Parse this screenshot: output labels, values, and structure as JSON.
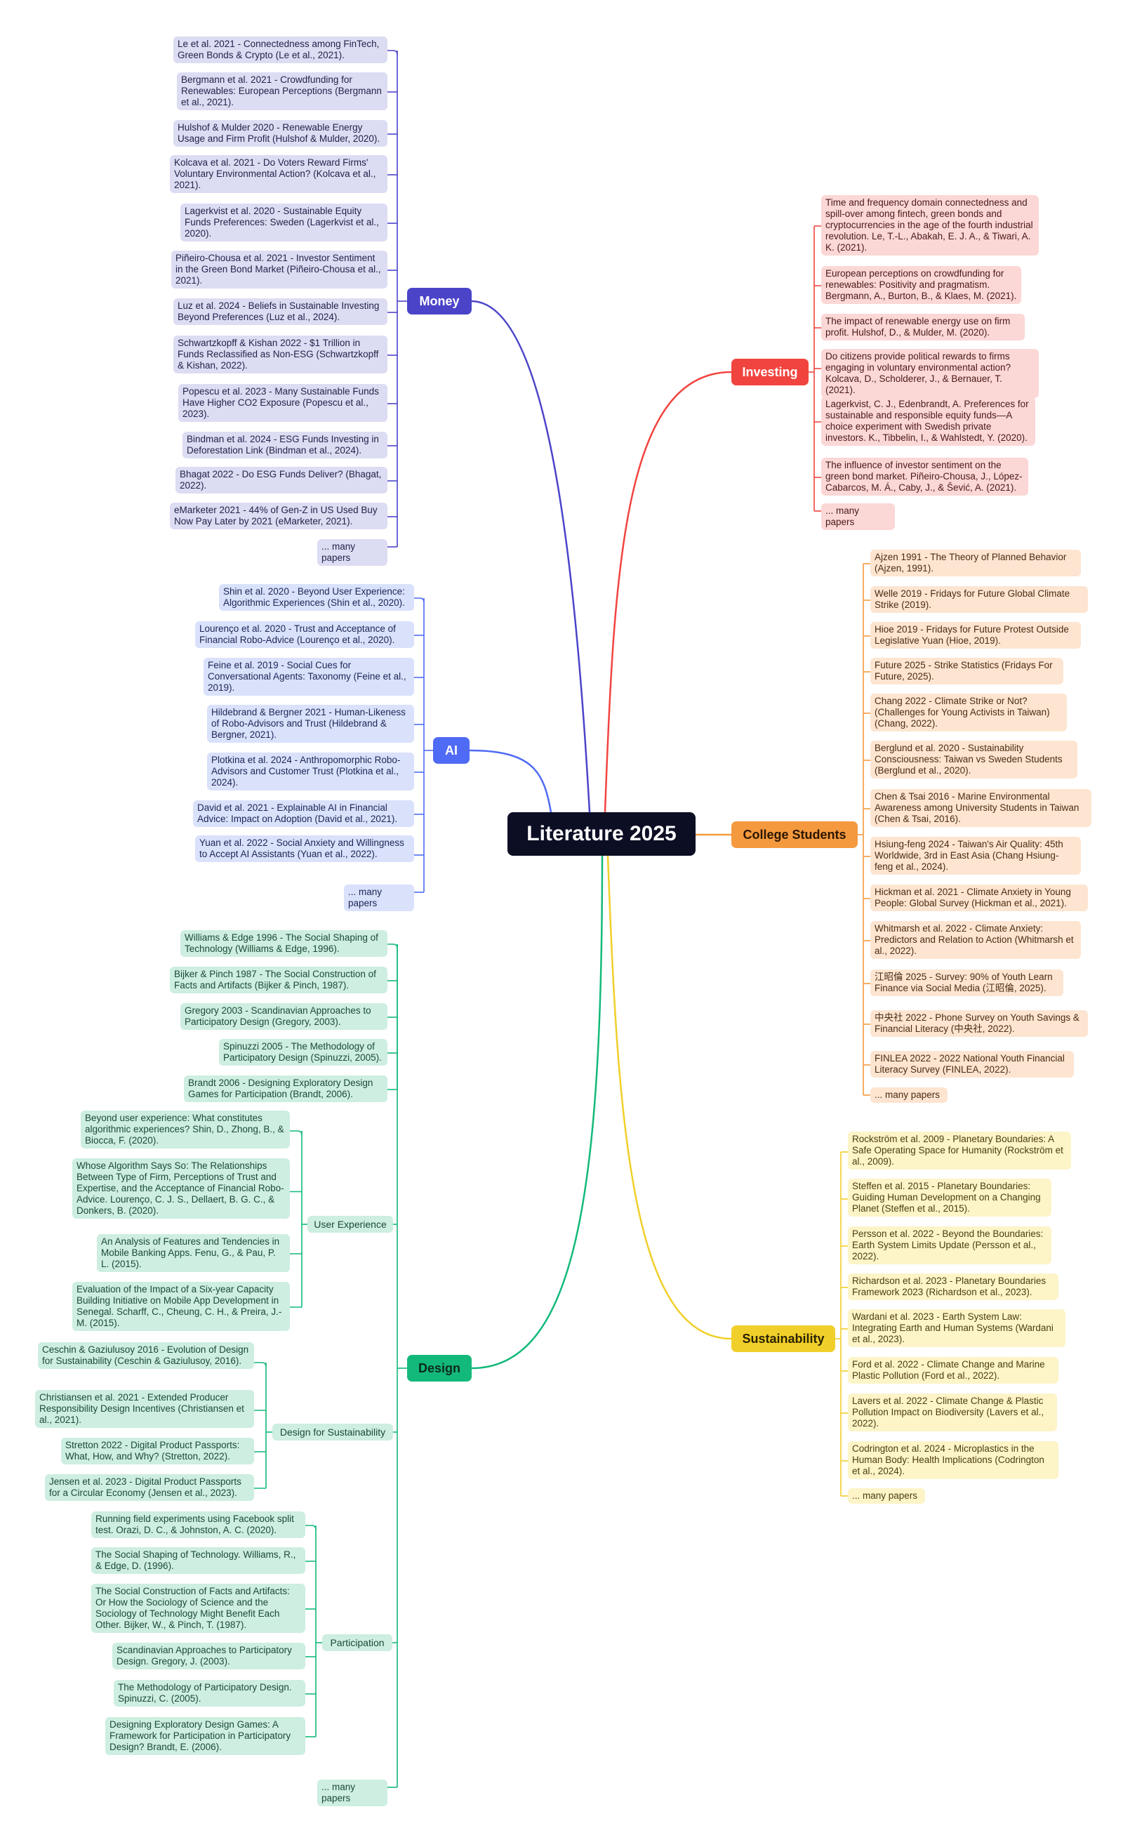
{
  "root": {
    "title": "Literature 2025"
  },
  "branches": {
    "money": {
      "label": "Money",
      "items": [
        "Le et al. 2021 - Connectedness among FinTech, Green Bonds & Crypto (Le et al., 2021).",
        "Bergmann et al. 2021 - Crowdfunding for Renewables: European Perceptions (Bergmann et al., 2021).",
        "Hulshof & Mulder 2020 - Renewable Energy Usage and Firm Profit (Hulshof & Mulder, 2020).",
        "Kolcava et al. 2021 - Do Voters Reward Firms' Voluntary Environmental Action? (Kolcava et al., 2021).",
        "Lagerkvist et al. 2020 - Sustainable Equity Funds Preferences: Sweden (Lagerkvist et al., 2020).",
        "Piñeiro-Chousa et al. 2021 - Investor Sentiment in the Green Bond Market (Piñeiro-Chousa et al., 2021).",
        "Luz et al. 2024 - Beliefs in Sustainable Investing Beyond Preferences (Luz et al., 2024).",
        "Schwartzkopff & Kishan 2022 - $1 Trillion in Funds Reclassified as Non-ESG (Schwartzkopff & Kishan, 2022).",
        "Popescu et al. 2023 - Many Sustainable Funds Have Higher CO2 Exposure (Popescu et al., 2023).",
        "Bindman et al. 2024 - ESG Funds Investing in Deforestation Link (Bindman et al., 2024).",
        "Bhagat 2022 - Do ESG Funds Deliver? (Bhagat, 2022).",
        "eMarketer 2021 - 44% of Gen-Z in US Used Buy Now Pay Later by 2021 (eMarketer, 2021).",
        "... many papers"
      ]
    },
    "ai": {
      "label": "AI",
      "items": [
        "Shin et al. 2020 - Beyond User Experience: Algorithmic Experiences (Shin et al., 2020).",
        "Lourenço et al. 2020 - Trust and Acceptance of Financial Robo-Advice (Lourenço et al., 2020).",
        "Feine et al. 2019 - Social Cues for Conversational Agents: Taxonomy (Feine et al., 2019).",
        "Hildebrand & Bergner 2021 - Human-Likeness of Robo-Advisors and Trust (Hildebrand & Bergner, 2021).",
        "Plotkina et al. 2024 - Anthropomorphic Robo-Advisors and Customer Trust (Plotkina et al., 2024).",
        "David et al. 2021 - Explainable AI in Financial Advice: Impact on Adoption (David et al., 2021).",
        "Yuan et al. 2022 - Social Anxiety and Willingness to Accept AI Assistants (Yuan et al., 2022).",
        "... many papers"
      ]
    },
    "design": {
      "label": "Design",
      "items": [
        "Williams & Edge 1996 - The Social Shaping of Technology (Williams & Edge, 1996).",
        "Bijker & Pinch 1987 - The Social Construction of Facts and Artifacts (Bijker & Pinch, 1987).",
        "Gregory 2003 - Scandinavian Approaches to Participatory Design (Gregory, 2003).",
        "Spinuzzi 2005 - The Methodology of Participatory Design (Spinuzzi, 2005).",
        "Brandt 2006 - Designing Exploratory Design Games for Participation (Brandt, 2006)."
      ],
      "subgroups": {
        "ux": {
          "label": "User Experience",
          "items": [
            "Beyond user experience: What constitutes algorithmic experiences? Shin, D., Zhong, B., & Biocca, F. (2020).",
            "Whose Algorithm Says So: The Relationships Between Type of Firm, Perceptions of Trust and Expertise, and the Acceptance of Financial Robo-Advice. Lourenço, C. J. S., Dellaert, B. G. C., & Donkers, B. (2020).",
            "An Analysis of Features and Tendencies in Mobile Banking Apps. Fenu, G., & Pau, P. L. (2015).",
            "Evaluation of the Impact of a Six-year Capacity Building Initiative on Mobile App Development in Senegal. Scharff, C., Cheung, C. H., & Preira, J.-M. (2015)."
          ]
        },
        "dfs": {
          "label": "Design for Sustainability",
          "items": [
            "Ceschin & Gaziulusoy 2016 - Evolution of Design for Sustainability (Ceschin & Gaziulusoy, 2016).",
            "Christiansen et al. 2021 - Extended Producer Responsibility Design Incentives (Christiansen et al., 2021).",
            "Stretton 2022 - Digital Product Passports: What, How, and Why? (Stretton, 2022).",
            "Jensen et al. 2023 - Digital Product Passports for a Circular Economy (Jensen et al., 2023)."
          ]
        },
        "participation": {
          "label": "Participation",
          "items": [
            "Running field experiments using Facebook split test. Orazi, D. C., & Johnston, A. C. (2020).",
            "The Social Shaping of Technology. Williams, R., & Edge, D. (1996).",
            "The Social Construction of Facts and Artifacts: Or How the Sociology of Science and the Sociology of Technology Might Benefit Each Other. Bijker, W., & Pinch, T. (1987).",
            "Scandinavian Approaches to Participatory Design. Gregory, J. (2003).",
            "The Methodology of Participatory Design. Spinuzzi, C. (2005).",
            "Designing Exploratory Design Games: A Framework for Participation in Participatory Design? Brandt, E. (2006)."
          ]
        }
      },
      "more": "... many papers"
    },
    "investing": {
      "label": "Investing",
      "items": [
        "Time and frequency domain connectedness and spill-over among fintech, green bonds and cryptocurrencies in the age of the fourth industrial revolution. Le, T.-L., Abakah, E. J. A., & Tiwari, A. K. (2021).",
        "European perceptions on crowdfunding for renewables: Positivity and pragmatism. Bergmann, A., Burton, B., & Klaes, M. (2021).",
        "The impact of renewable energy use on firm profit. Hulshof, D., & Mulder, M. (2020).",
        "Do citizens provide political rewards to firms engaging in voluntary environmental action? Kolcava, D., Scholderer, J., & Bernauer, T. (2021).",
        "Lagerkvist, C. J., Edenbrandt, A. Preferences for sustainable and responsible equity funds—A choice experiment with Swedish private investors. K., Tibbelin, I., & Wahlstedt, Y. (2020).",
        "The influence of investor sentiment on the green bond market. Piñeiro-Chousa, J., López-Cabarcos, M. Á., Caby, J., & Šević, A. (2021).",
        "... many papers"
      ]
    },
    "college": {
      "label": "College Students",
      "items": [
        "Ajzen 1991 - The Theory of Planned Behavior (Ajzen, 1991).",
        "Welle 2019 - Fridays for Future Global Climate Strike (2019).",
        "Hioe 2019 - Fridays for Future Protest Outside Legislative Yuan (Hioe, 2019).",
        "Future 2025 - Strike Statistics (Fridays For Future, 2025).",
        "Chang 2022 - Climate Strike or Not? (Challenges for Young Activists in Taiwan) (Chang, 2022).",
        "Berglund et al. 2020 - Sustainability Consciousness: Taiwan vs Sweden Students (Berglund et al., 2020).",
        "Chen & Tsai 2016 - Marine Environmental Awareness among University Students in Taiwan (Chen & Tsai, 2016).",
        "Hsiung-feng 2024 - Taiwan's Air Quality: 45th Worldwide, 3rd in East Asia (Chang Hsiung-feng et al., 2024).",
        "Hickman et al. 2021 - Climate Anxiety in Young People: Global Survey (Hickman et al., 2021).",
        "Whitmarsh et al. 2022 - Climate Anxiety: Predictors and Relation to Action (Whitmarsh et al., 2022).",
        "江昭倫 2025 - Survey: 90% of Youth Learn Finance via Social Media (江昭倫, 2025).",
        "中央社 2022 - Phone Survey on Youth Savings & Financial Literacy (中央社, 2022).",
        "FINLEA 2022 - 2022 National Youth Financial Literacy Survey (FINLEA, 2022).",
        "... many papers"
      ]
    },
    "sustainability": {
      "label": "Sustainability",
      "items": [
        "Rockström et al. 2009 - Planetary Boundaries: A Safe Operating Space for Humanity (Rockström et al., 2009).",
        "Steffen et al. 2015 - Planetary Boundaries: Guiding Human Development on a Changing Planet (Steffen et al., 2015).",
        "Persson et al. 2022 - Beyond the Boundaries: Earth System Limits Update (Persson et al., 2022).",
        "Richardson et al. 2023 - Planetary Boundaries Framework 2023 (Richardson et al., 2023).",
        "Wardani et al. 2023 - Earth System Law: Integrating Earth and Human Systems (Wardani et al., 2023).",
        "Ford et al. 2022 - Climate Change and Marine Plastic Pollution (Ford et al., 2022).",
        "Lavers et al. 2022 - Climate Change & Plastic Pollution Impact on Biodiversity (Lavers et al., 2022).",
        "Codrington et al. 2024 - Microplastics in the Human Body: Health Implications (Codrington et al., 2024).",
        "... many papers"
      ]
    }
  },
  "colors": {
    "root": "#0c0f24",
    "money": "#4b44c9",
    "ai": "#4f6af4",
    "design": "#13b97a",
    "investing": "#f2443f",
    "college": "#f4993e",
    "sustainability": "#f1cf2a"
  }
}
